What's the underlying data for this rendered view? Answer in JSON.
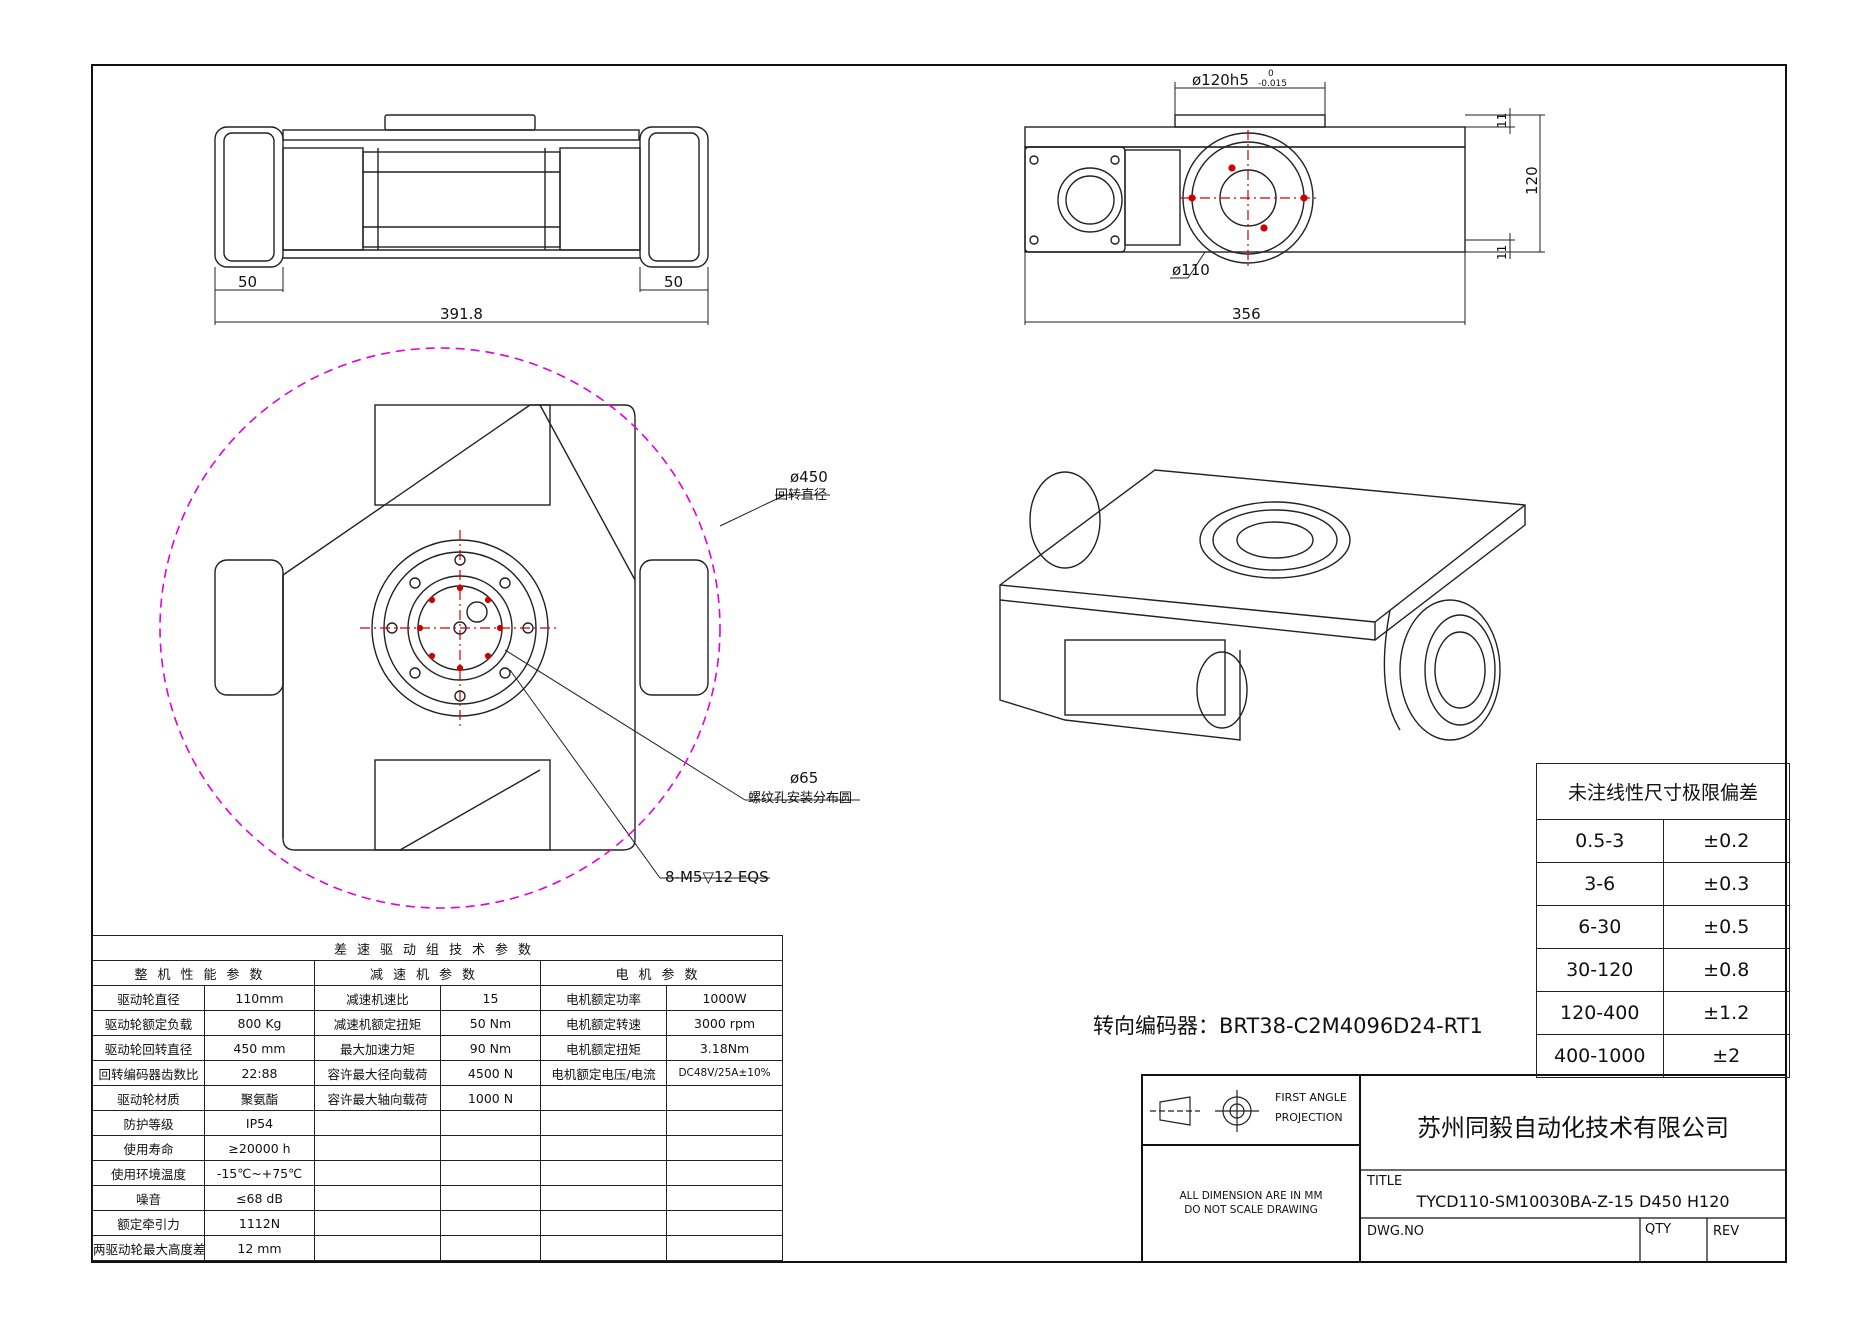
{
  "views": {
    "front": {
      "dim_left_wheel": "50",
      "dim_right_wheel": "50",
      "dim_overall_width": "391.8"
    },
    "side": {
      "dim_top_dia": "ø120h5",
      "tol_upper": "0",
      "tol_lower": "-0.015",
      "dim_flange_dia": "ø110",
      "dim_length": "356",
      "dim_height": "120",
      "dim_top_plate": "11",
      "dim_bottom_plate": "11"
    },
    "plan": {
      "rotation_dia": "ø450",
      "rotation_label": "回转直径",
      "bolt_circle_dia": "ø65",
      "bolt_circle_label": "螺纹孔安装分布圆",
      "thread_spec": "8-M5▽12 EQS"
    }
  },
  "encoder_note": "转向编码器：BRT38-C2M4096D24-RT1",
  "tolerance_table": {
    "title": "未注线性尺寸极限偏差",
    "rows": [
      {
        "range": "0.5-3",
        "tol": "±0.2"
      },
      {
        "range": "3-6",
        "tol": "±0.3"
      },
      {
        "range": "6-30",
        "tol": "±0.5"
      },
      {
        "range": "30-120",
        "tol": "±0.8"
      },
      {
        "range": "120-400",
        "tol": "±1.2"
      },
      {
        "range": "400-1000",
        "tol": "±2"
      }
    ]
  },
  "spec_table": {
    "title": "差速驱动组技术参数",
    "groups": [
      "整机性能参数",
      "减速机参数",
      "电机参数"
    ],
    "rows": [
      [
        "驱动轮直径",
        "110mm",
        "减速机速比",
        "15",
        "电机额定功率",
        "1000W"
      ],
      [
        "驱动轮额定负载",
        "800 Kg",
        "减速机额定扭矩",
        "50 Nm",
        "电机额定转速",
        "3000 rpm"
      ],
      [
        "驱动轮回转直径",
        "450 mm",
        "最大加速力矩",
        "90 Nm",
        "电机额定扭矩",
        "3.18Nm"
      ],
      [
        "回转编码器齿数比",
        "22:88",
        "容许最大径向载荷",
        "4500 N",
        "电机额定电压/电流",
        "DC48V/25A±10%"
      ],
      [
        "驱动轮材质",
        "聚氨酯",
        "容许最大轴向载荷",
        "1000 N",
        "",
        ""
      ],
      [
        "防护等级",
        "IP54",
        "",
        "",
        "",
        ""
      ],
      [
        "使用寿命",
        "≥20000 h",
        "",
        "",
        "",
        ""
      ],
      [
        "使用环境温度",
        "-15℃~+75℃",
        "",
        "",
        "",
        ""
      ],
      [
        "噪音",
        "≤68 dB",
        "",
        "",
        "",
        ""
      ],
      [
        "额定牵引力",
        "1112N",
        "",
        "",
        "",
        ""
      ],
      [
        "两驱动轮最大高度差",
        "12 mm",
        "",
        "",
        "",
        ""
      ]
    ]
  },
  "title_block": {
    "projection_line1": "FIRST ANGLE",
    "projection_line2": "PROJECTION",
    "note_line1": "ALL DIMENSION ARE IN MM",
    "note_line2": "DO NOT SCALE DRAWING",
    "company": "苏州同毅自动化技术有限公司",
    "title_label": "TITLE",
    "title_value": "TYCD110-SM10030BA-Z-15 D450 H120",
    "dwg_label": "DWG.NO",
    "qty_label": "QTY",
    "rev_label": "REV"
  }
}
